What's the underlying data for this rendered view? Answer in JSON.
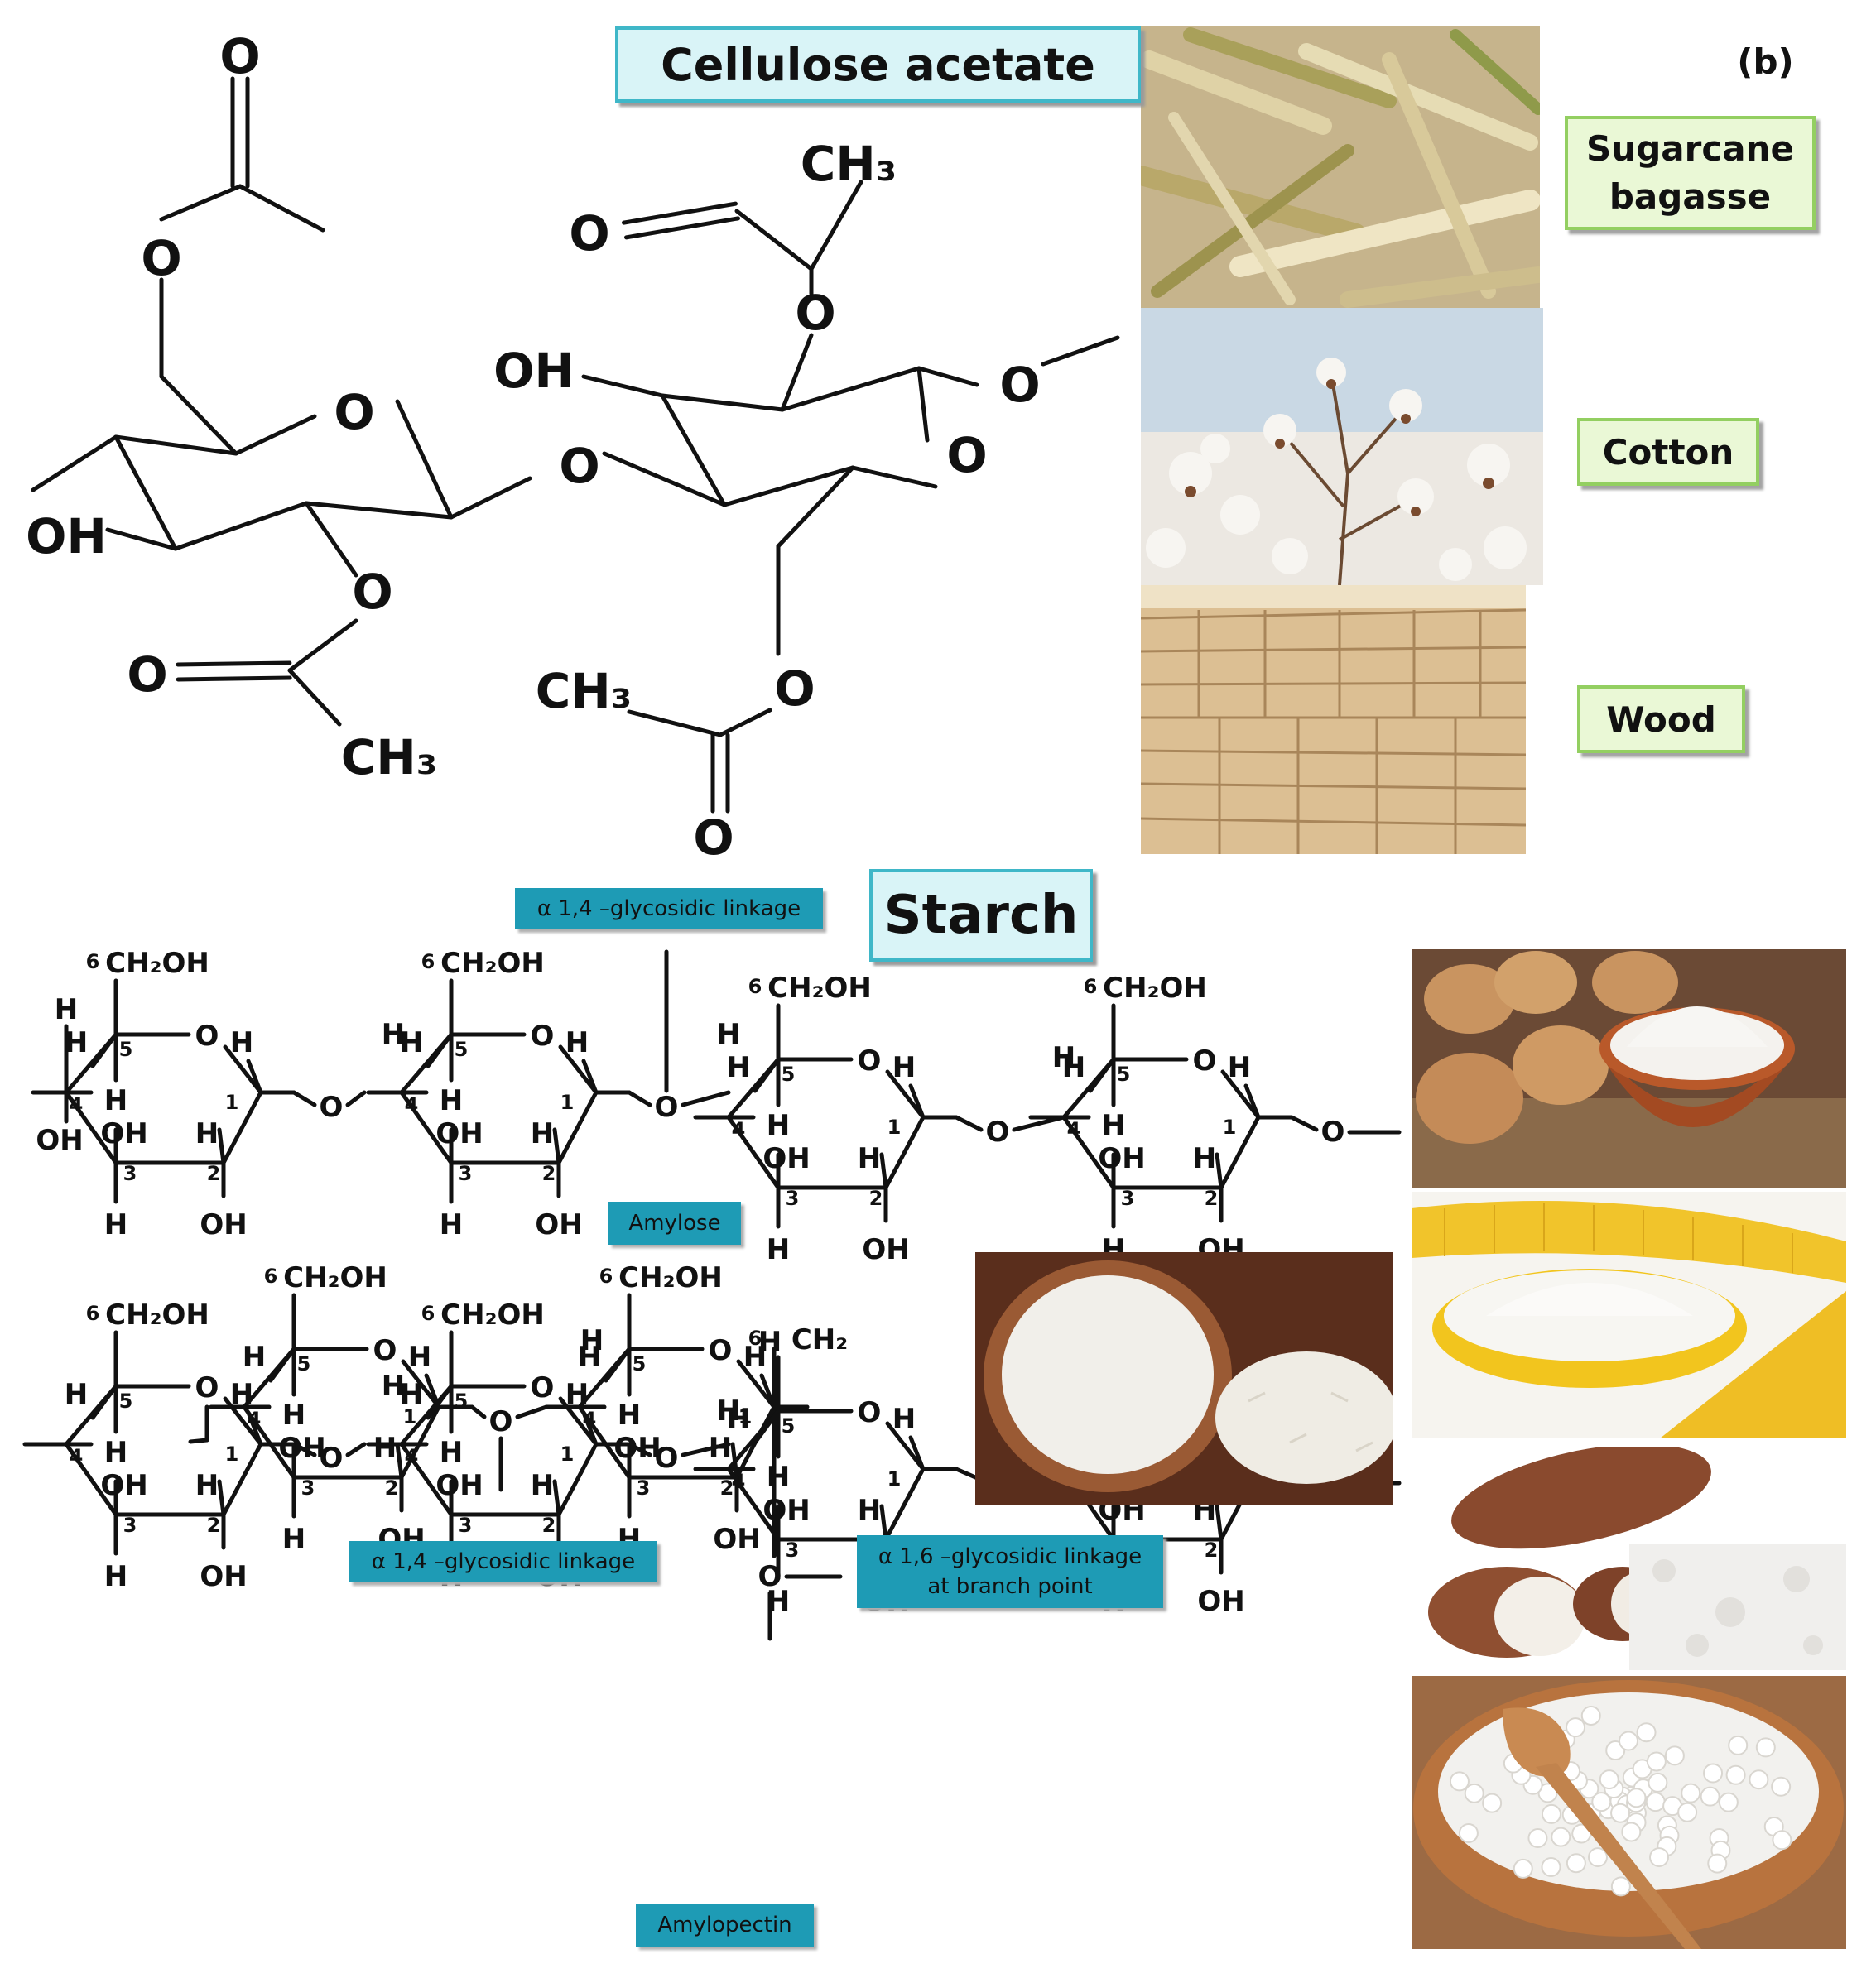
{
  "panel_label": "(b)",
  "titles": {
    "cellulose": "Cellulose acetate",
    "starch": "Starch"
  },
  "sources": {
    "bagasse": "Sugarcane\nbagasse",
    "cotton": "Cotton",
    "wood": "Wood"
  },
  "tags": {
    "a14_top": "α 1,4 –glycosidic linkage",
    "amylose": "Amylose",
    "a14_mid": "α 1,4 –glycosidic linkage",
    "a16": "α 1,6 –glycosidic linkage\nat branch point",
    "amylopectin": "Amylopectin"
  },
  "chem": {
    "O": "O",
    "OH": "OH",
    "CH3": "CH₃",
    "H": "H",
    "CH2OH": "CH₂OH",
    "CH2": "CH₂",
    "n1": "1",
    "n2": "2",
    "n3": "3",
    "n4": "4",
    "n5": "5",
    "n6": "6"
  },
  "photos": {
    "bagasse": "sugarcane-bagasse-photo",
    "cotton": "cotton-photo",
    "wood": "wood-planks-photo",
    "rice": "rice-flour-photo",
    "potato": "potato-starch-photo",
    "corn": "corn-starch-photo",
    "cassava": "cassava-starch-photo",
    "tapioca": "tapioca-pearls-photo"
  },
  "colors": {
    "teal_box": "#d9f4f7",
    "teal_border": "#3fb7c8",
    "tag_blue": "#1e9bb5",
    "green_box": "#eaf8d6",
    "green_border": "#93cf61"
  }
}
